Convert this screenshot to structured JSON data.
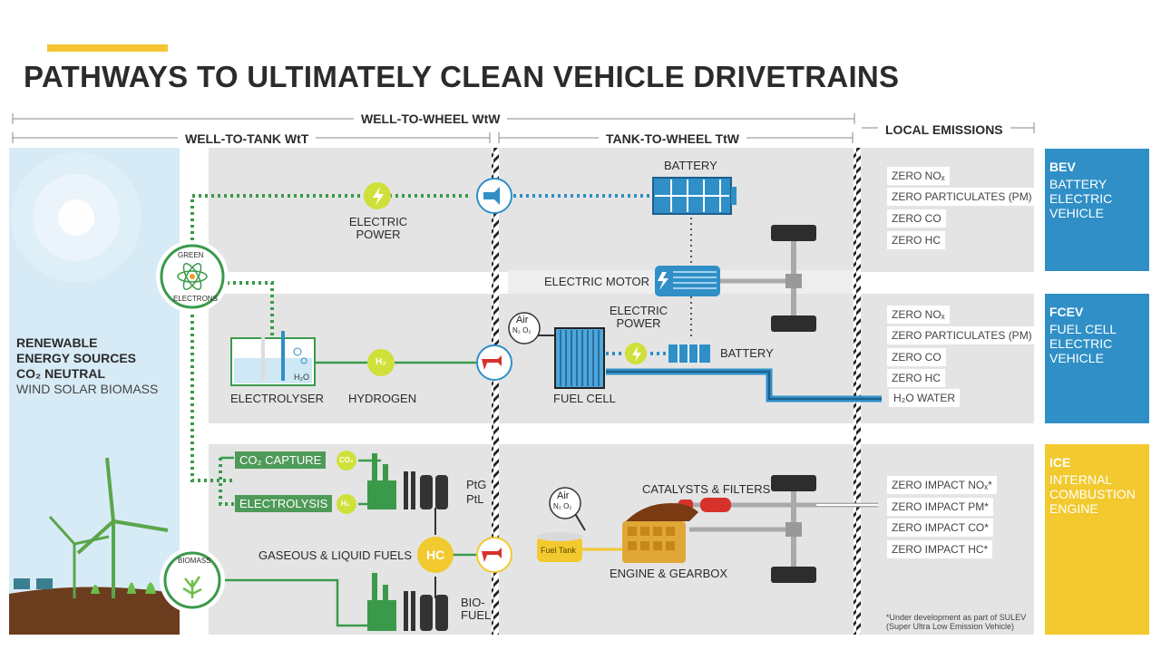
{
  "title": "PATHWAYS TO ULTIMATELY CLEAN VEHICLE DRIVETRAINS",
  "headers": {
    "wtw": "WELL-TO-WHEEL WtW",
    "wtt": "WELL-TO-TANK WtT",
    "ttw": "TANK-TO-WHEEL TtW",
    "local": "LOCAL EMISSIONS"
  },
  "source": {
    "line1": "RENEWABLE",
    "line2": "ENERGY SOURCES",
    "line3": "CO₂ NEUTRAL",
    "line4": "WIND SOLAR BIOMASS"
  },
  "green_electrons": {
    "top": "GREEN",
    "bottom": "ELECTRONS"
  },
  "biomass": "BIOMASS",
  "bev_row": {
    "electric_power_1": "ELECTRIC",
    "electric_power_2": "POWER",
    "battery": "BATTERY",
    "electric_motor": "ELECTRIC MOTOR"
  },
  "fcev_row": {
    "electrolyser": "ELECTROLYSER",
    "h2o_small": "H₂O",
    "hydrogen": "HYDROGEN",
    "h2": "H₂",
    "air": "Air",
    "n2o2": "N₂ O₂",
    "fuel_cell": "FUEL CELL",
    "electric_power_1": "ELECTRIC",
    "electric_power_2": "POWER",
    "battery": "BATTERY"
  },
  "ice_row": {
    "co2_capture": "CO₂ CAPTURE",
    "co2": "CO₂",
    "electrolysis": "ELECTROLYSIS",
    "h2": "H₂",
    "ptg": "PtG",
    "ptl": "PtL",
    "gaseous_liquid": "GASEOUS & LIQUID FUELS",
    "hc": "HC",
    "bio_1": "BIO-",
    "bio_2": "FUEL",
    "fuel_tank": "Fuel Tank",
    "air": "Air",
    "n2o2": "N₂ O₂",
    "catalysts": "CATALYSTS & FILTERS",
    "engine": "ENGINE & GEARBOX"
  },
  "emissions": {
    "bev": [
      "ZERO NOₓ",
      "ZERO PARTICULATES (PM)",
      "ZERO CO",
      "ZERO HC"
    ],
    "fcev": [
      "ZERO NOₓ",
      "ZERO PARTICULATES (PM)",
      "ZERO CO",
      "ZERO HC",
      "H₂O WATER"
    ],
    "ice": [
      "ZERO IMPACT NOₓ*",
      "ZERO IMPACT PM*",
      "ZERO IMPACT CO*",
      "ZERO IMPACT HC*"
    ]
  },
  "tags": {
    "bev": {
      "code": "BEV",
      "l1": "BATTERY",
      "l2": "ELECTRIC",
      "l3": "VEHICLE",
      "color": "#2f8fc6"
    },
    "fcev": {
      "code": "FCEV",
      "l1": "FUEL CELL",
      "l2": "ELECTRIC",
      "l3": "VEHICLE",
      "color": "#2f8fc6"
    },
    "ice": {
      "code": "ICE",
      "l1": "INTERNAL",
      "l2": "COMBUSTION",
      "l3": "ENGINE",
      "color": "#f2c92f"
    }
  },
  "footnote": {
    "l1": "*Under development as part of SULEV",
    "l2": "(Super Ultra Low Emission Vehicle)"
  },
  "colors": {
    "accent": "#f4c431",
    "green": "#4e9a58",
    "blue": "#2f8fc6",
    "yellow_node": "#e6d22e",
    "panel": "#e4e4e4"
  }
}
